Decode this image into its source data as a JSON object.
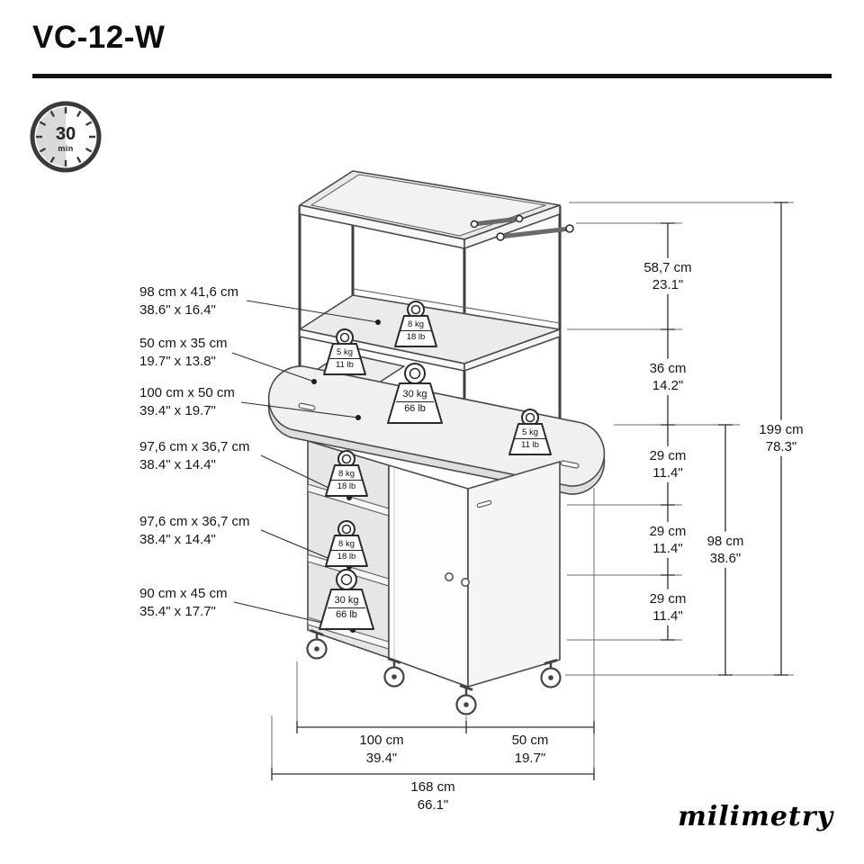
{
  "header": {
    "model": "VC-12-W"
  },
  "assembly": {
    "minutes": "30",
    "unit": "min"
  },
  "brand": {
    "logo": "milimetry"
  },
  "surfaces": [
    {
      "cm": "98 cm x 41,6 cm",
      "inch": "38.6\" x 16.4\""
    },
    {
      "cm": "50 cm x 35 cm",
      "inch": "19.7\" x 13.8\""
    },
    {
      "cm": "100 cm x 50 cm",
      "inch": "39.4\" x 19.7\""
    },
    {
      "cm": "97,6 cm x 36,7 cm",
      "inch": "38.4\" x 14.4\""
    },
    {
      "cm": "97,6 cm x 36,7 cm",
      "inch": "38.4\" x 14.4\""
    },
    {
      "cm": "90 cm x 45 cm",
      "inch": "35.4\" x 17.7\""
    }
  ],
  "heights": [
    {
      "cm": "58,7 cm",
      "inch": "23.1\""
    },
    {
      "cm": "36 cm",
      "inch": "14.2\""
    },
    {
      "cm": "29 cm",
      "inch": "11.4\""
    },
    {
      "cm": "29 cm",
      "inch": "11.4\""
    },
    {
      "cm": "29 cm",
      "inch": "11.4\""
    },
    {
      "cm": "98 cm",
      "inch": "38.6\""
    },
    {
      "cm": "199 cm",
      "inch": "78.3\""
    }
  ],
  "widths": [
    {
      "cm": "100 cm",
      "inch": "39.4\""
    },
    {
      "cm": "50 cm",
      "inch": "19.7\""
    },
    {
      "cm": "168 cm",
      "inch": "66.1\""
    }
  ],
  "loads": [
    {
      "kg": "8 kg",
      "lb": "18 lb"
    },
    {
      "kg": "5 kg",
      "lb": "11 lb"
    },
    {
      "kg": "30 kg",
      "lb": "66 lb"
    },
    {
      "kg": "5 kg",
      "lb": "11 lb"
    },
    {
      "kg": "8 kg",
      "lb": "18 lb"
    },
    {
      "kg": "8 kg",
      "lb": "18 lb"
    },
    {
      "kg": "30 kg",
      "lb": "66 lb"
    }
  ]
}
